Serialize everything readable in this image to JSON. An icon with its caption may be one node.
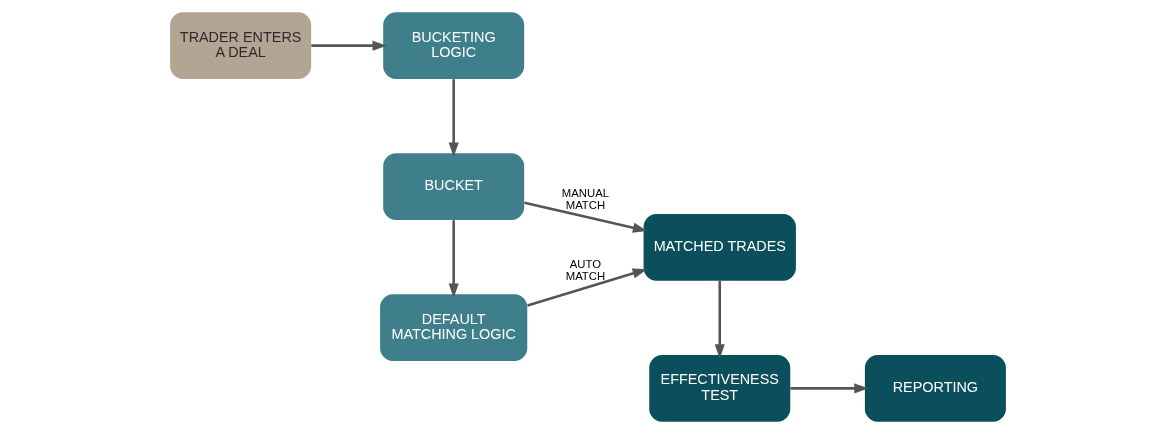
{
  "diagram": {
    "nodes": [
      {
        "text": [
          "TRADER ENTERS A DEAL"
        ]
      },
      {
        "text": [
          "BUCKETING LOGIC"
        ]
      },
      {
        "text": [
          "EFFECTIVENESS TEST"
        ]
      },
      {
        "text": [
          "REPORTING"
        ]
      },
      {
        "text": [
          "BUCKET"
        ]
      },
      {
        "text": [
          "MATCHED TRADES"
        ]
      },
      {
        "text": [
          "DEFAULT MATCHING LOGIC"
        ]
      }
    ],
    "edges": [
      {
        "from": 0,
        "to": 1,
        "arrow": "to"
      },
      {
        "from": 1,
        "to": 4,
        "arrow": "to"
      },
      {
        "from": 4,
        "to": 5,
        "arrow": "to",
        "label": "MANUAL MATCH"
      },
      {
        "from": 4,
        "to": 6,
        "arrow": "to"
      },
      {
        "from": 6,
        "to": 5,
        "arrow": "to",
        "label": "AUTO MATCH"
      },
      {
        "from": 5,
        "to": 2,
        "arrow": "to"
      },
      {
        "from": 2,
        "to": 3,
        "arrow": "to"
      }
    ]
  }
}
